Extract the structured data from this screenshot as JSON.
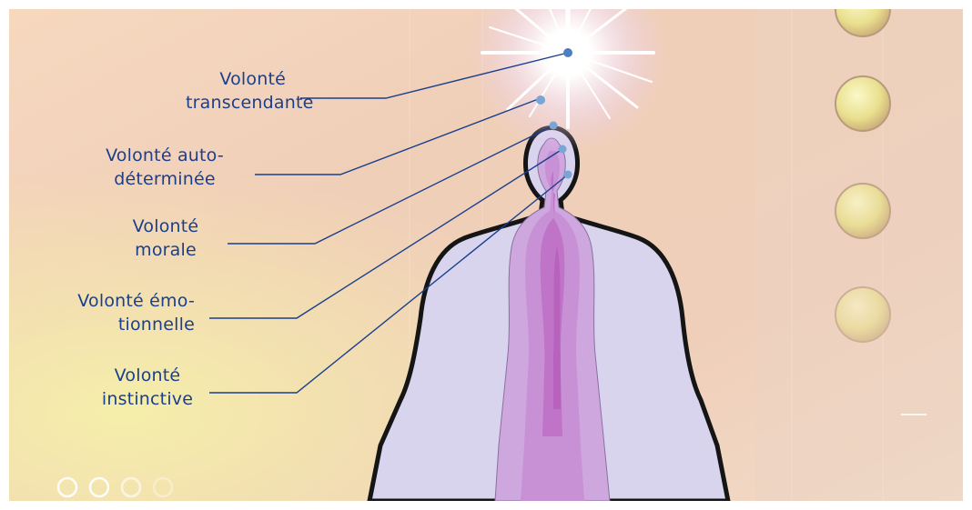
{
  "labels": [
    {
      "id": "transcendante",
      "lines": [
        "Volonté",
        "transcendante"
      ]
    },
    {
      "id": "auto-determinee",
      "lines": [
        "Volonté auto-",
        "déterminée"
      ]
    },
    {
      "id": "morale",
      "lines": [
        "Volonté",
        "morale"
      ]
    },
    {
      "id": "emotionnelle",
      "lines": [
        "Volonté émo-",
        "tionnelle"
      ]
    },
    {
      "id": "instinctive",
      "lines": [
        "Volonté",
        "instinctive"
      ]
    }
  ],
  "colors": {
    "label_text": "#1a3f8c",
    "leader_line": "#1a3f8c",
    "outer_body": "#d9d4ee",
    "outline": "#151515",
    "inner_layers": [
      "#cfa7df",
      "#c88fd4",
      "#bd6fc4",
      "#b35cb9"
    ],
    "level_dots": "#7aa6d6"
  },
  "icons": [
    "radiant-star-icon",
    "circle-ring-icon",
    "glass-orb-icon"
  ]
}
